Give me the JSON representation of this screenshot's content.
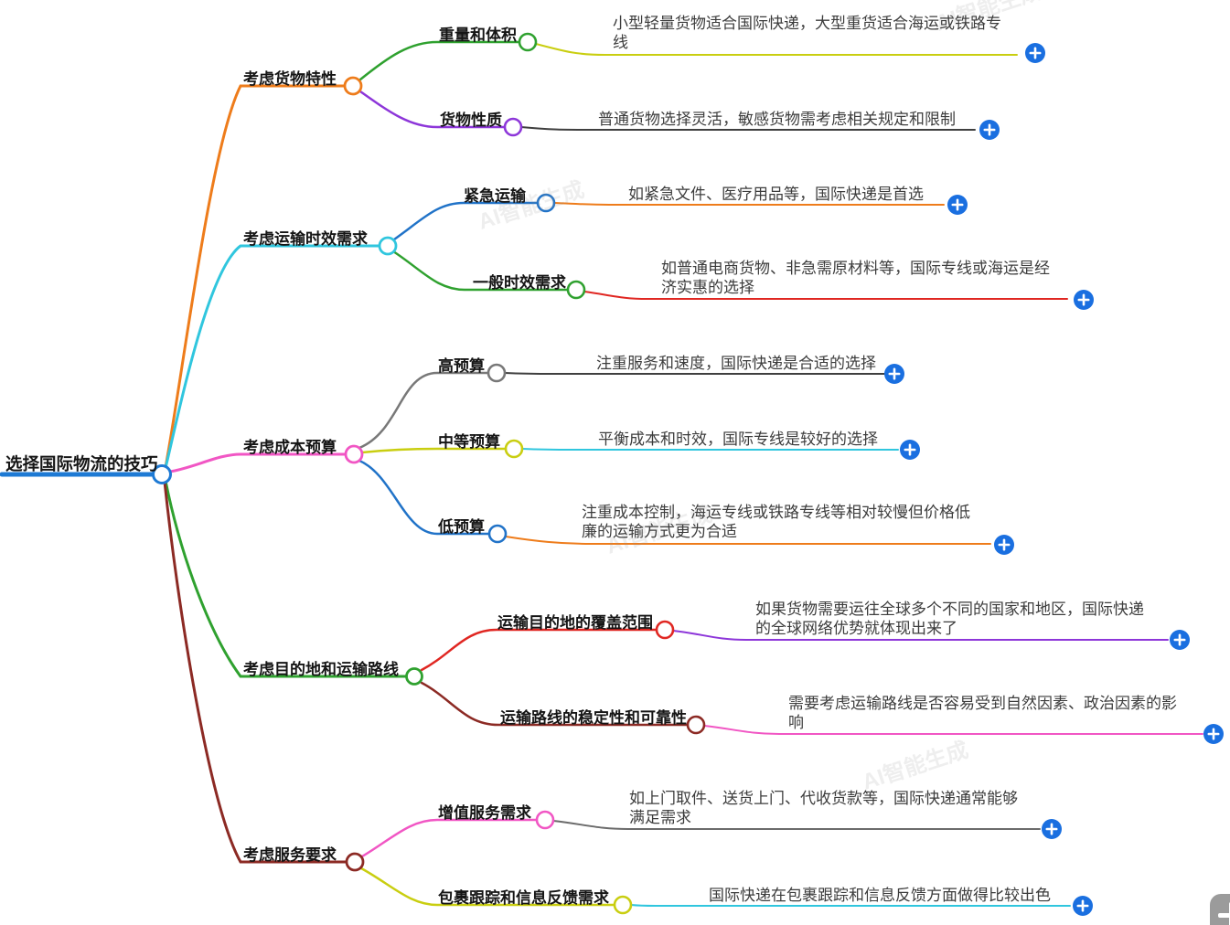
{
  "root": {
    "label": "选择国际物流的技巧"
  },
  "branches": [
    {
      "label": "考虑货物特性",
      "children": [
        {
          "label": "重量和体积",
          "leaf": "小型轻量货物适合国际快递，大型重货适合海运或铁路专线"
        },
        {
          "label": "货物性质",
          "leaf": "普通货物选择灵活，敏感货物需考虑相关规定和限制"
        }
      ]
    },
    {
      "label": "考虑运输时效需求",
      "children": [
        {
          "label": "紧急运输",
          "leaf": "如紧急文件、医疗用品等，国际快递是首选"
        },
        {
          "label": "一般时效需求",
          "leaf": "如普通电商货物、非急需原材料等，国际专线或海运是经济实惠的选择"
        }
      ]
    },
    {
      "label": "考虑成本预算",
      "children": [
        {
          "label": "高预算",
          "leaf": "注重服务和速度，国际快递是合适的选择"
        },
        {
          "label": "中等预算",
          "leaf": "平衡成本和时效，国际专线是较好的选择"
        },
        {
          "label": "低预算",
          "leaf": "注重成本控制，海运专线或铁路专线等相对较慢但价格低廉的运输方式更为合适"
        }
      ]
    },
    {
      "label": "考虑目的地和运输路线",
      "children": [
        {
          "label": "运输目的地的覆盖范围",
          "leaf": "如果货物需要运往全球多个不同的国家和地区，国际快递的全球网络优势就体现出来了"
        },
        {
          "label": "运输路线的稳定性和可靠性",
          "leaf": "需要考虑运输路线是否容易受到自然因素、政治因素的影响"
        }
      ]
    },
    {
      "label": "考虑服务要求",
      "children": [
        {
          "label": "增值服务需求",
          "leaf": "如上门取件、送货上门、代收货款等，国际快递通常能够满足需求"
        },
        {
          "label": "包裹跟踪和信息反馈需求",
          "leaf": "国际快递在包裹跟踪和信息反馈方面做得比较出色"
        }
      ]
    }
  ],
  "colors": {
    "root_blue": "#1e7ad4",
    "orange": "#ee7c1b",
    "cyan": "#30c6de",
    "pink": "#f156c4",
    "green": "#2fa12f",
    "dark_red": "#8c2a24",
    "purple": "#8d36d9",
    "blue": "#2173c8",
    "gray": "#787878",
    "mid_gray": "#6b6b6b",
    "dark_gray": "#3f3f3f",
    "olive": "#c9ce10",
    "red": "#e02722",
    "plus_blue": "#1a6fe0",
    "fab_gray": "#9b9b9b"
  },
  "watermark": "AI智能生成"
}
